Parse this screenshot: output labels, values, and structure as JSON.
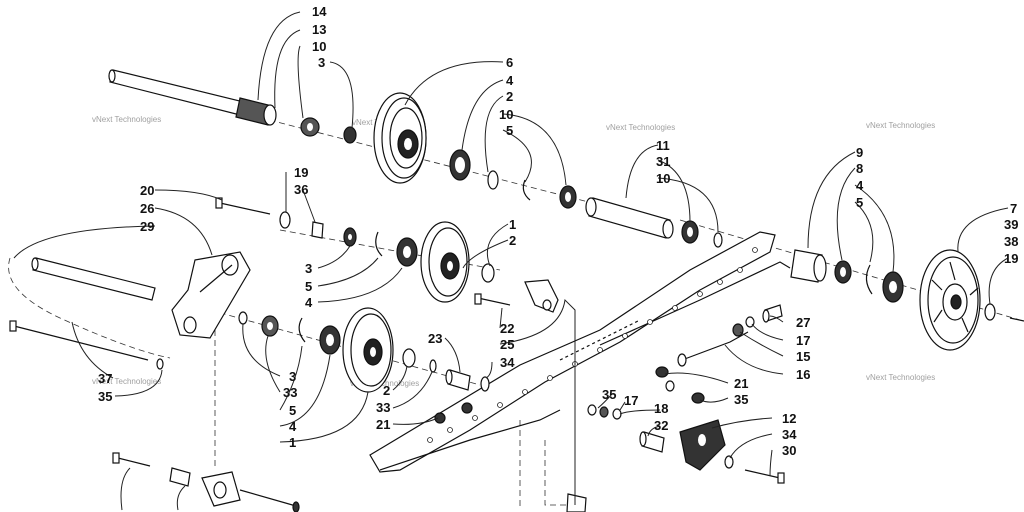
{
  "watermark": "vNext Technologies",
  "callouts": {
    "c14": "14",
    "c13": "13",
    "c10a": "10",
    "c3a": "3",
    "c6": "6",
    "c4a": "4",
    "c2a": "2",
    "c10b": "10",
    "c5a": "5",
    "c11": "11",
    "c31": "31",
    "c10c": "10",
    "c9": "9",
    "c8": "8",
    "c4b": "4",
    "c5b": "5",
    "c7": "7",
    "c39": "39",
    "c38": "38",
    "c19b": "19",
    "c19a": "19",
    "c36": "36",
    "c20": "20",
    "c26": "26",
    "c29": "29",
    "c1a": "1",
    "c2b": "2",
    "c3b": "3",
    "c5c": "5",
    "c4c": "4",
    "c22": "22",
    "c25": "25",
    "c23": "23",
    "c34a": "34",
    "c27": "27",
    "c17a": "17",
    "c15": "15",
    "c16": "16",
    "c21a": "21",
    "c35a": "35",
    "c37": "37",
    "c35b": "35",
    "c3c": "3",
    "c33a": "33",
    "c5d": "5",
    "c4d": "4",
    "c1b": "1",
    "c2c": "2",
    "c33b": "33",
    "c21b": "21",
    "c35c": "35",
    "c17b": "17",
    "c18": "18",
    "c32": "32",
    "c12": "12",
    "c34b": "34",
    "c30": "30"
  }
}
